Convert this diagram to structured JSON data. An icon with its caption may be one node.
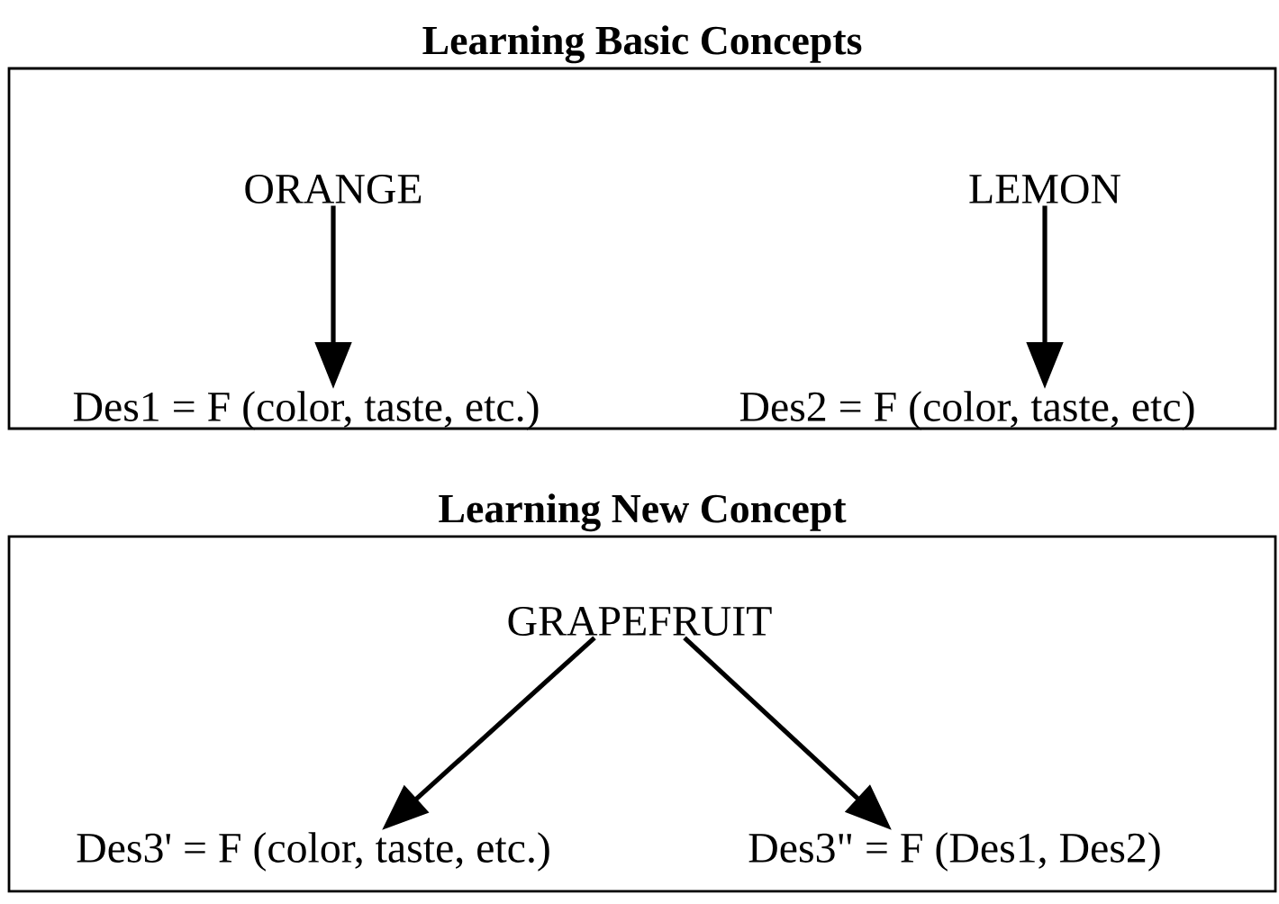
{
  "diagram": {
    "nodes": [
      {
        "text": [
          "Learning Basic Concepts"
        ]
      },
      {
        "text": [
          "ORANGE"
        ],
        "in": 0
      },
      {
        "text": [
          "Des1 = F (color, taste, etc.)"
        ],
        "in": 0
      },
      {
        "text": [
          "LEMON"
        ],
        "in": 0
      },
      {
        "text": [
          "Des2 = F (color, taste, etc)"
        ],
        "in": 0
      },
      {
        "text": [
          "Learning New Concept"
        ]
      },
      {
        "text": [
          "GRAPEFRUIT"
        ],
        "in": 5
      },
      {
        "text": [
          "Des3' = F (color, taste, etc.)"
        ],
        "in": 5
      },
      {
        "text": [
          "Des3\" = F (Des1, Des2)"
        ],
        "in": 5
      }
    ],
    "edges": [
      {
        "from": 1,
        "to": 2,
        "arrow": "to"
      },
      {
        "from": 3,
        "to": 4,
        "arrow": "to"
      },
      {
        "from": 6,
        "to": 7,
        "arrow": "to"
      },
      {
        "from": 6,
        "to": 8,
        "arrow": "to"
      }
    ]
  }
}
